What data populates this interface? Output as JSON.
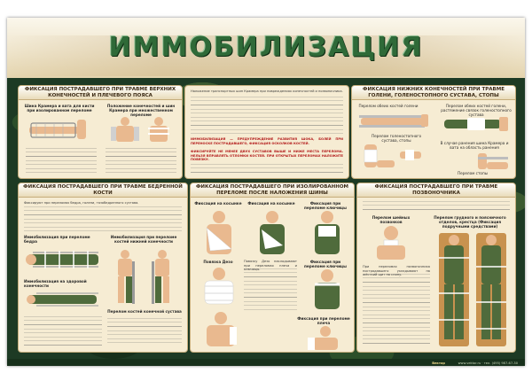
{
  "title": "ИММОБИЛИЗАЦИЯ",
  "colors": {
    "poster_bg": "#1d3a24",
    "title": "#2f6a38",
    "panel": "#f6ecd3",
    "header_band": "#efe5cc",
    "warning": "#b31b1b"
  },
  "panels": {
    "upper_limb": {
      "title": "ФИКСАЦИЯ ПОСТРАДАВШЕГО ПРИ ТРАВМЕ ВЕРХНИХ КОНЕЧНОСТЕЙ И ПЛЕЧЕВОГО ПОЯСА",
      "cap_1": "Шина Крамера и вата для кисти при изолированном переломе",
      "cap_2": "Положение конечностей и шин Крамера при множественном переломе"
    },
    "general": {
      "p1": "Наложение транспортных шин Крамера при повреждениях конечностей и позвоночника.",
      "p2": "ИММОБИЛИЗАЦИЯ — ПРЕДУПРЕЖДЕНИЕ РАЗВИТИЯ ШОКА, БОЛЕЙ ПРИ ПЕРЕНОСКЕ ПОСТРАДАВШЕГО, ФИКСАЦИЯ ОСКОЛКОВ КОСТЕЙ.",
      "p3": "ФИКСИРУЙТЕ НЕ МЕНЕЕ ДВУХ СУСТАВОВ ВЫШЕ И НИЖЕ МЕСТА ПЕРЕЛОМА. НЕЛЬЗЯ ВПРАВЛЯТЬ ОТЛОМКИ КОСТЕЙ. ПРИ ОТКРЫТЫХ ПЕРЕЛОМАХ НАЛОЖИТЕ ПОВЯЗКУ."
    },
    "lower_limb": {
      "title": "ФИКСАЦИЯ НИЖНИХ КОНЕЧНОСТЕЙ ПРИ ТРАВМЕ ГОЛЕНИ, ГОЛЕНОСТОПНОГО СУСТАВА, СТОПЫ",
      "cap_1": "Перелом обеих костей голени",
      "cap_2": "Перелом обеих костей голени, растяжение связок голеностопного сустава",
      "cap_3": "Перелом голеностопного сустава, стопы",
      "cap_4": "В случае ранения шина Крамера и вата на область ранения",
      "cap_5": "Перелом стопы"
    },
    "femur": {
      "title": "ФИКСАЦИЯ ПОСТРАДАВШЕГО ПРИ ТРАВМЕ БЕДРЕННОЙ КОСТИ",
      "cap_1": "Иммобилизация при переломе бедра",
      "cap_2": "Иммобилизация при переломе костей нижней конечности",
      "cap_3": "Иммобилизация на здоровой конечности",
      "cap_4": "Перелом костей конечной сустава",
      "intro": "Фиксируют при переломах бедра, голени, тазобедренного сустава."
    },
    "collarbone": {
      "title": "ФИКСАЦИЯ ПОСТРАДАВШЕГО ПРИ ИЗОЛИРОВАННОМ ПЕРЕЛОМЕ ПОСЛЕ НАЛОЖЕНИЯ ШИНЫ",
      "cap_1": "Фиксация на косынке",
      "cap_2": "Фиксация на косынке",
      "cap_3": "Фиксация при переломе ключицы",
      "cap_4": "Повязка Дезо",
      "cap_5": "Фиксация при переломе плеча",
      "cap_6": "Фиксация при переломе ключицы",
      "text": "Повязку Дезо накладывают при переломах плеча и ключицы."
    },
    "spine": {
      "title": "ФИКСАЦИЯ ПОСТРАДАВШЕГО ПРИ ТРАВМЕ ПОЗВОНОЧНИКА",
      "cap_1": "Перелом шейных позвонков",
      "cap_2": "Перелом грудного и поясничного отделов, крестца (Фиксация подручными средствами)",
      "text": "При переломах позвоночника пострадавшего укладывают на жёсткий щит на спину."
    }
  },
  "footer": {
    "logo": "Вектор",
    "site": "www.vektor.ru · тел. (495) 987-67-30"
  }
}
